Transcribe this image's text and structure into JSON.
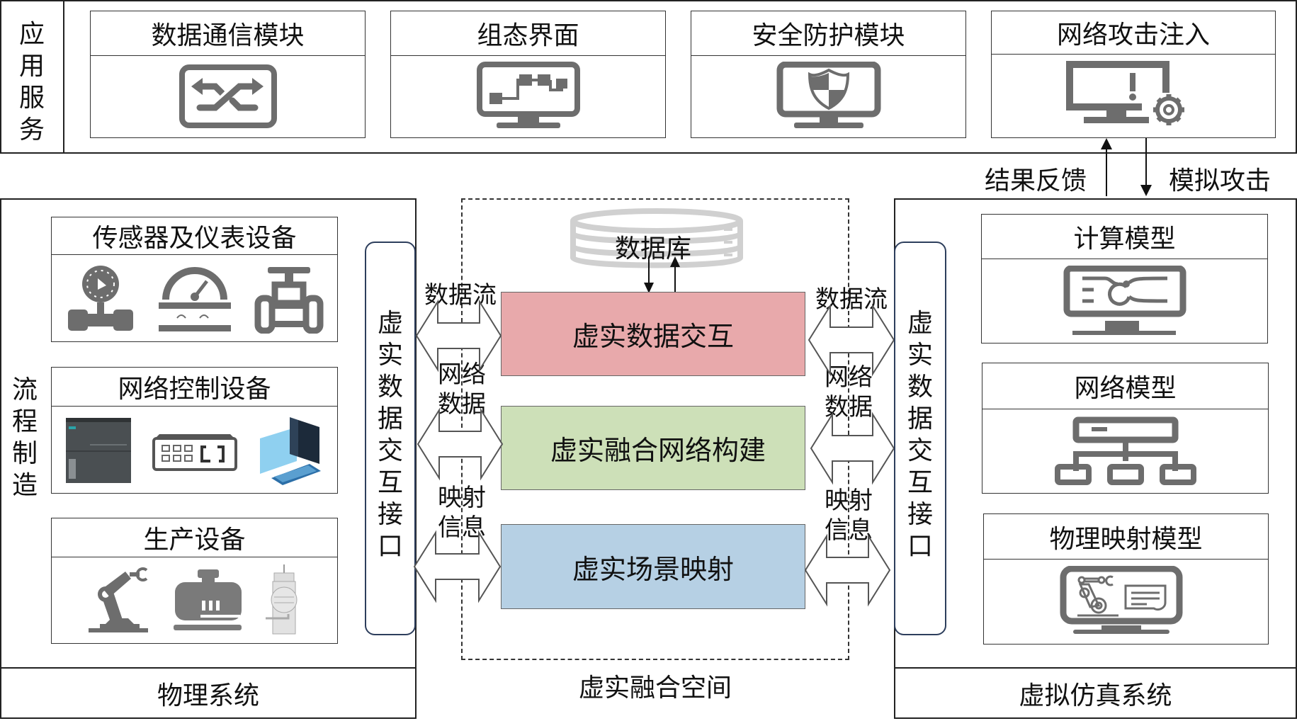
{
  "application_layer": {
    "side_label": "应用服务",
    "modules": [
      {
        "title": "数据通信模块",
        "icon": "shuffle-exchange-icon"
      },
      {
        "title": "组态界面",
        "icon": "monitor-flowchart-icon"
      },
      {
        "title": "安全防护模块",
        "icon": "monitor-shield-icon"
      },
      {
        "title": "网络攻击注入",
        "icon": "monitor-alert-gear-icon"
      }
    ],
    "feedback_label": "结果反馈",
    "attack_label": "模拟攻击"
  },
  "physical_system": {
    "title": "物理系统",
    "side_label": "流程制造",
    "groups": [
      {
        "title": "传感器及仪表设备",
        "icons": [
          "pressure-gauge-icon",
          "flow-meter-icon",
          "valve-icon"
        ]
      },
      {
        "title": "网络控制设备",
        "icons": [
          "plc-icon",
          "network-switch-icon",
          "workstation-icon"
        ]
      },
      {
        "title": "生产设备",
        "icons": [
          "robot-arm-icon",
          "pump-motor-icon",
          "reactor-vessel-icon"
        ]
      }
    ],
    "interface_label": "虚实数据交互接口"
  },
  "fusion_space": {
    "title": "虚实融合空间",
    "database_label": "数据库",
    "functions": [
      {
        "label": "虚实数据交互",
        "color": "#e8a9ab"
      },
      {
        "label": "虚实融合网络构建",
        "color": "#cde0b8"
      },
      {
        "label": "虚实场景映射",
        "color": "#b6d0e4"
      }
    ],
    "left_flows": [
      "数据流",
      "网络数据",
      "映射信息"
    ],
    "right_flows": [
      "数据流",
      "网络数据",
      "映射信息"
    ]
  },
  "virtual_system": {
    "title": "虚拟仿真系统",
    "interface_label": "虚实数据交互接口",
    "models": [
      {
        "title": "计算模型",
        "icon": "monitor-compute-icon"
      },
      {
        "title": "网络模型",
        "icon": "network-topology-icon"
      },
      {
        "title": "物理映射模型",
        "icon": "monitor-robot-icon"
      }
    ]
  },
  "colors": {
    "icon_gray": "#6d6d6d",
    "interface_border": "#2d3e5c"
  }
}
